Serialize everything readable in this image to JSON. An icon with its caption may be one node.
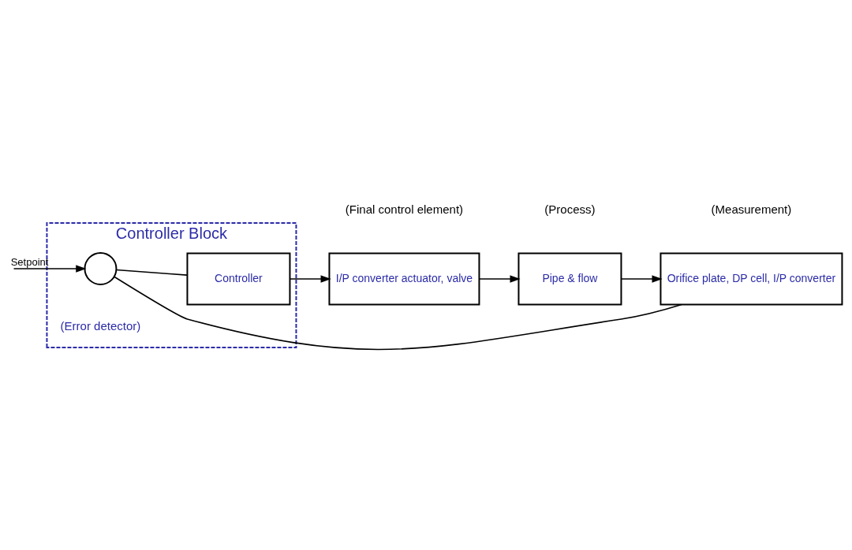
{
  "diagram": {
    "nodes": [
      {
        "text": [
          "Controller Block"
        ]
      },
      {
        "text": [],
        "shape": "circle",
        "in": 0,
        "beside": [
          "(Error detector)"
        ]
      },
      {
        "text": [
          "Controller"
        ],
        "in": 0
      },
      {
        "text": [
          "I/P converter actuator, valve"
        ],
        "beside": [
          "(Final control element)"
        ]
      },
      {
        "text": [
          "Pipe & flow"
        ],
        "beside": [
          "(Process)"
        ]
      },
      {
        "text": [
          "Orifice plate, DP cell, I/P converter"
        ],
        "beside": [
          "(Measurement)"
        ]
      }
    ],
    "edges": [
      {
        "from": null,
        "to": 1,
        "arrow": "to",
        "label": "Setpoint"
      },
      {
        "from": 1,
        "to": 2,
        "arrow": "none"
      },
      {
        "from": 2,
        "to": 3,
        "arrow": "to"
      },
      {
        "from": 3,
        "to": 4,
        "arrow": "to"
      },
      {
        "from": 4,
        "to": 5,
        "arrow": "to"
      },
      {
        "from": 5,
        "to": 1,
        "arrow": "none"
      }
    ]
  }
}
